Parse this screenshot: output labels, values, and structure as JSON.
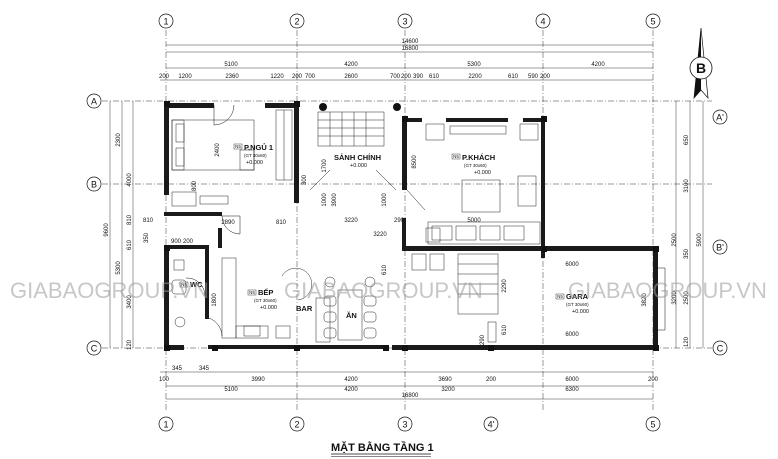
{
  "title": "MẶT BẰNG TẦNG 1",
  "compass": "B",
  "watermark": "GIABAOGROUP.VN",
  "grid_top": [
    "1",
    "2",
    "3",
    "4",
    "5"
  ],
  "grid_bottom": [
    "1",
    "2",
    "3",
    "4'",
    "5"
  ],
  "grid_left": [
    "A",
    "B",
    "C"
  ],
  "grid_right": [
    "A'",
    "B'",
    "C"
  ],
  "dims_top_overall": [
    "14600",
    "16800"
  ],
  "dims_top_axes": [
    "5100",
    "4200",
    "5300",
    "4200"
  ],
  "dims_top_detail": [
    "200",
    "1200",
    "2360",
    "1220",
    "200",
    "700",
    "2600",
    "700",
    "200",
    "390",
    "610",
    "2200",
    "610",
    "590",
    "200"
  ],
  "dims_bottom_detail": [
    "100",
    "345",
    "345",
    "3990",
    "4200",
    "3690",
    "200",
    "6000",
    "200"
  ],
  "dims_bottom_axes": [
    "5100",
    "4200",
    "3200",
    "6300"
  ],
  "dims_bottom_overall": [
    "16800"
  ],
  "dims_left": [
    "2300",
    "4000",
    "9600",
    "810",
    "5300",
    "610",
    "3400",
    "120"
  ],
  "dims_right": [
    "3100",
    "650",
    "350",
    "5900",
    "3200",
    "2500",
    "120"
  ],
  "inner_dims": [
    "2400",
    "1700",
    "1000",
    "3900",
    "1000",
    "3220",
    "2890",
    "810",
    "290",
    "5000",
    "800",
    "8500",
    "300",
    "610",
    "290",
    "2290",
    "3220",
    "610",
    "810",
    "200",
    "900",
    "1800",
    "350",
    "3820",
    "6000",
    "6000",
    "2500"
  ],
  "rooms": {
    "bed": {
      "name": "P.NGỦ 1",
      "tag": "N5",
      "sub": "(GT 30x60)",
      "level": "+0.000"
    },
    "hall": {
      "name": "SẢNH CHÍNH",
      "level": "+0.000"
    },
    "living": {
      "name": "P.KHÁCH",
      "tag": "N5",
      "sub": "(GT 30x60)",
      "level": "+0.000"
    },
    "wc": {
      "name": "WC",
      "tag": "N5"
    },
    "kitchen": {
      "name": "BẾP",
      "tag": "N5",
      "sub": "(GT 30x60)",
      "level": "+0.000"
    },
    "bar": {
      "name": "BAR"
    },
    "dining": {
      "name": "ĂN"
    },
    "garage": {
      "name": "GARA",
      "tag": "N5",
      "sub": "(GT 30x60)",
      "level": "+0.000"
    }
  },
  "colors": {
    "ink": "#111111",
    "wall": "#1a1a1a",
    "watermark": "#9a9a9a"
  }
}
